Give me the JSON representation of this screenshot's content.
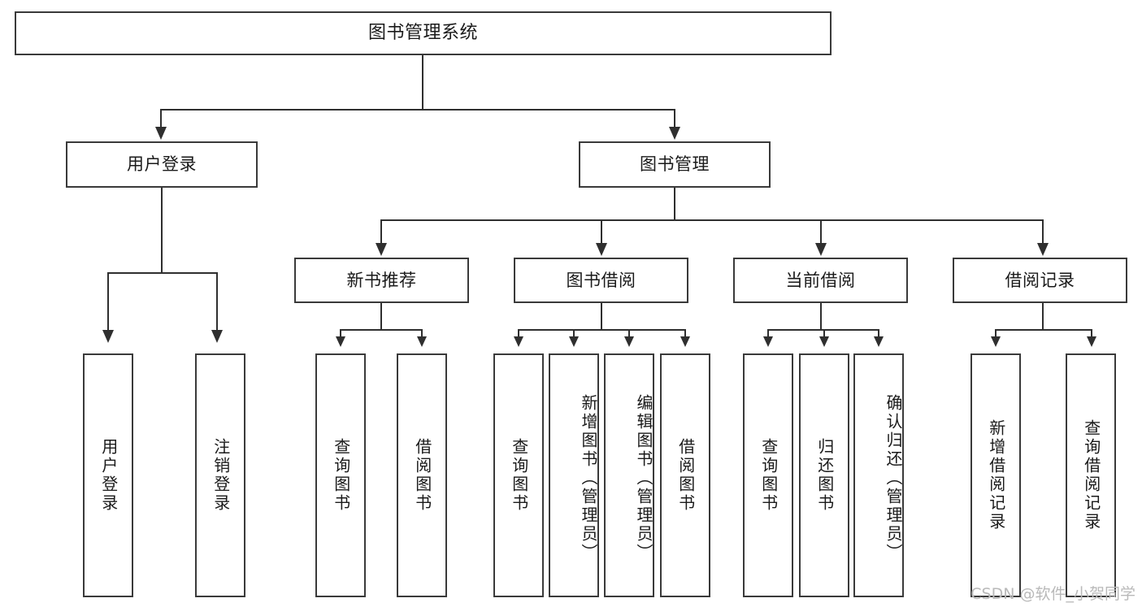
{
  "diagram": {
    "title": "图书管理系统",
    "type": "tree",
    "root": {
      "label": "图书管理系统"
    },
    "level2": [
      {
        "label": "用户登录"
      },
      {
        "label": "图书管理"
      }
    ],
    "level3": [
      {
        "label": "新书推荐"
      },
      {
        "label": "图书借阅"
      },
      {
        "label": "当前借阅"
      },
      {
        "label": "借阅记录"
      }
    ],
    "leaves": {
      "user_login": [
        {
          "label": "用户登录"
        },
        {
          "label": "注销登录"
        }
      ],
      "new_book_recommend": [
        {
          "label": "查询图书"
        },
        {
          "label": "借阅图书"
        }
      ],
      "book_borrow": [
        {
          "label": "查询图书"
        },
        {
          "label": "新增图书（管理员）"
        },
        {
          "label": "编辑图书（管理员）"
        },
        {
          "label": "借阅图书"
        }
      ],
      "current_borrow": [
        {
          "label": "查询图书"
        },
        {
          "label": "归还图书"
        },
        {
          "label": "确认归还（管理员）"
        }
      ],
      "borrow_record": [
        {
          "label": "新增借阅记录"
        },
        {
          "label": "查询借阅记录"
        }
      ]
    }
  },
  "watermark": {
    "text": "CSDN @软件_小贺同学"
  },
  "colors": {
    "box_border": "#3a3a3a",
    "line": "#2f2f2f",
    "background": "#ffffff",
    "text": "#1a1a1a",
    "watermark": "#b9b9b9"
  }
}
